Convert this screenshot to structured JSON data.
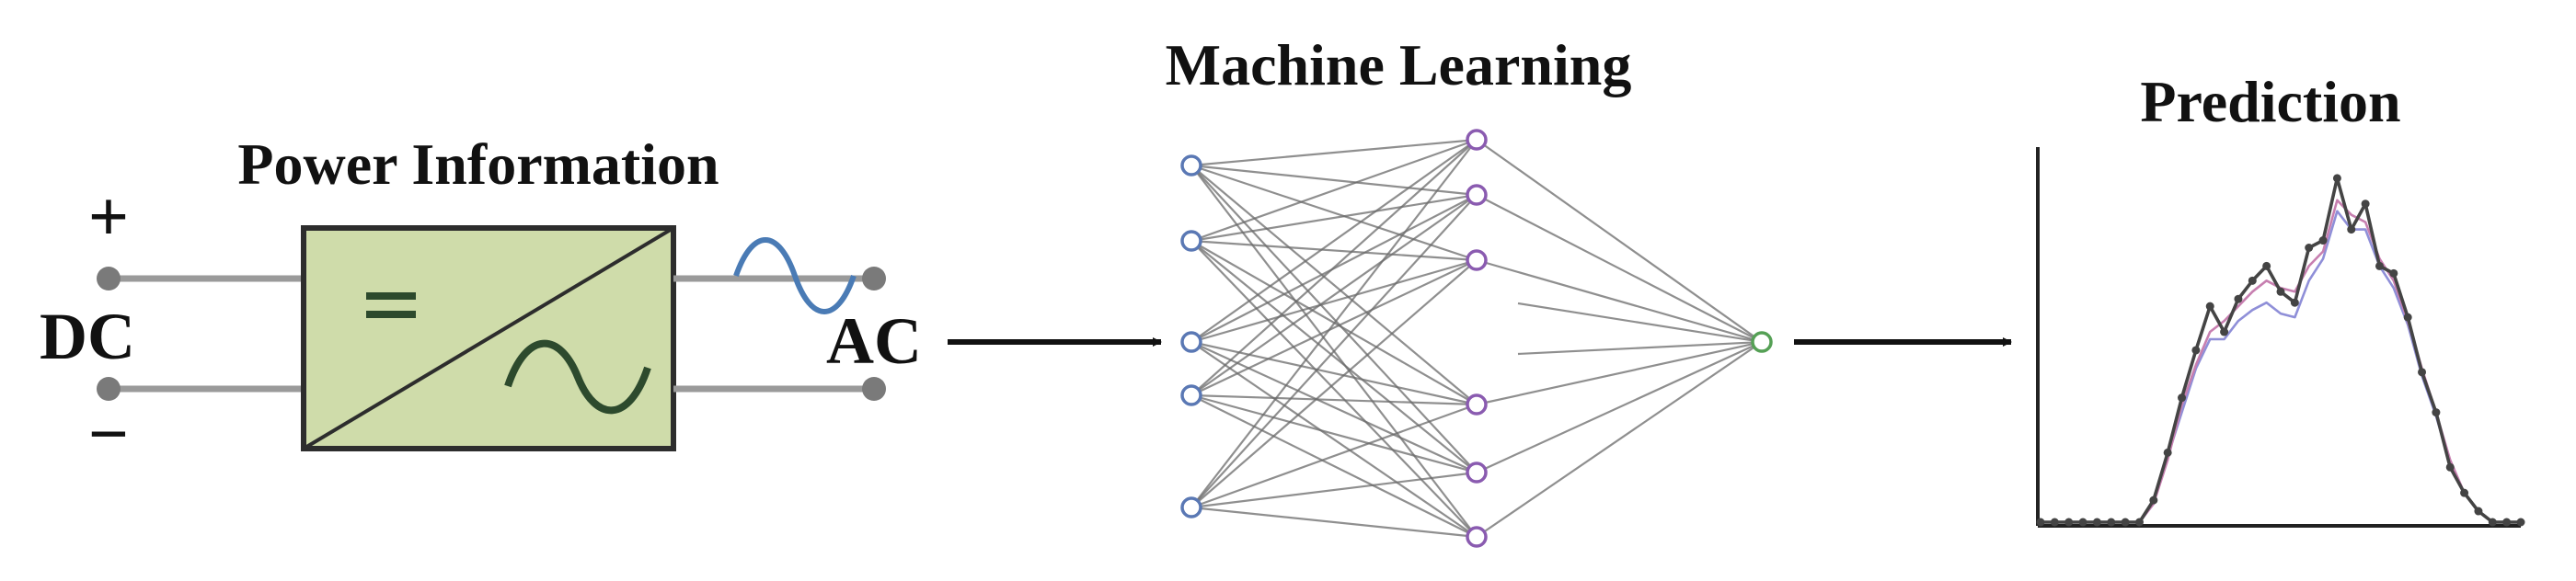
{
  "inverter": {
    "title": "Power Information",
    "plus": "+",
    "minus": "−",
    "dc_label": "DC",
    "ac_label": "AC",
    "dc_symbol": "="
  },
  "network": {
    "title": "Machine Learning"
  },
  "prediction": {
    "title": "Prediction"
  },
  "colors": {
    "converter_fill": "#cfdcaa",
    "converter_stroke": "#2d2d2d",
    "wire": "#9a9a9a",
    "terminal": "#7a7a7a",
    "ac_wave": "#4a7bb5",
    "input_node": "#5a78b4",
    "hidden_node": "#8a5bb0",
    "output_node": "#55a055",
    "connection": "#6a6a6a",
    "series_actual": "#444444",
    "series_pred_1": "#c77fb0",
    "series_pred_2": "#8f8fd8"
  },
  "chart_data": {
    "type": "line",
    "title": "Prediction",
    "xlabel": "",
    "ylabel": "",
    "x": [
      0,
      1,
      2,
      3,
      4,
      5,
      6,
      7,
      8,
      9,
      10,
      11,
      12,
      13,
      14,
      15,
      16,
      17,
      18,
      19,
      20,
      21,
      22,
      23,
      24,
      25,
      26,
      27,
      28,
      29,
      30,
      31,
      32,
      33,
      34
    ],
    "ylim": [
      0,
      1
    ],
    "series": [
      {
        "values": [
          0.0,
          0.0,
          0.0,
          0.0,
          0.0,
          0.0,
          0.0,
          0.0,
          0.06,
          0.19,
          0.34,
          0.47,
          0.59,
          0.52,
          0.61,
          0.66,
          0.7,
          0.63,
          0.6,
          0.75,
          0.77,
          0.94,
          0.8,
          0.87,
          0.7,
          0.68,
          0.56,
          0.41,
          0.3,
          0.15,
          0.08,
          0.03,
          0.0,
          0.0,
          0.0
        ]
      },
      {
        "values": [
          0.0,
          0.0,
          0.0,
          0.0,
          0.0,
          0.0,
          0.0,
          0.0,
          0.05,
          0.17,
          0.32,
          0.43,
          0.52,
          0.55,
          0.59,
          0.63,
          0.66,
          0.64,
          0.63,
          0.7,
          0.74,
          0.88,
          0.84,
          0.82,
          0.72,
          0.66,
          0.55,
          0.42,
          0.3,
          0.17,
          0.08,
          0.03,
          0.0,
          0.0,
          0.0
        ]
      },
      {
        "values": [
          0.0,
          0.0,
          0.0,
          0.0,
          0.0,
          0.0,
          0.0,
          0.0,
          0.05,
          0.18,
          0.3,
          0.42,
          0.5,
          0.5,
          0.55,
          0.58,
          0.6,
          0.57,
          0.56,
          0.66,
          0.72,
          0.85,
          0.8,
          0.8,
          0.7,
          0.64,
          0.54,
          0.4,
          0.29,
          0.16,
          0.08,
          0.03,
          0.0,
          0.0,
          0.0
        ]
      }
    ]
  }
}
